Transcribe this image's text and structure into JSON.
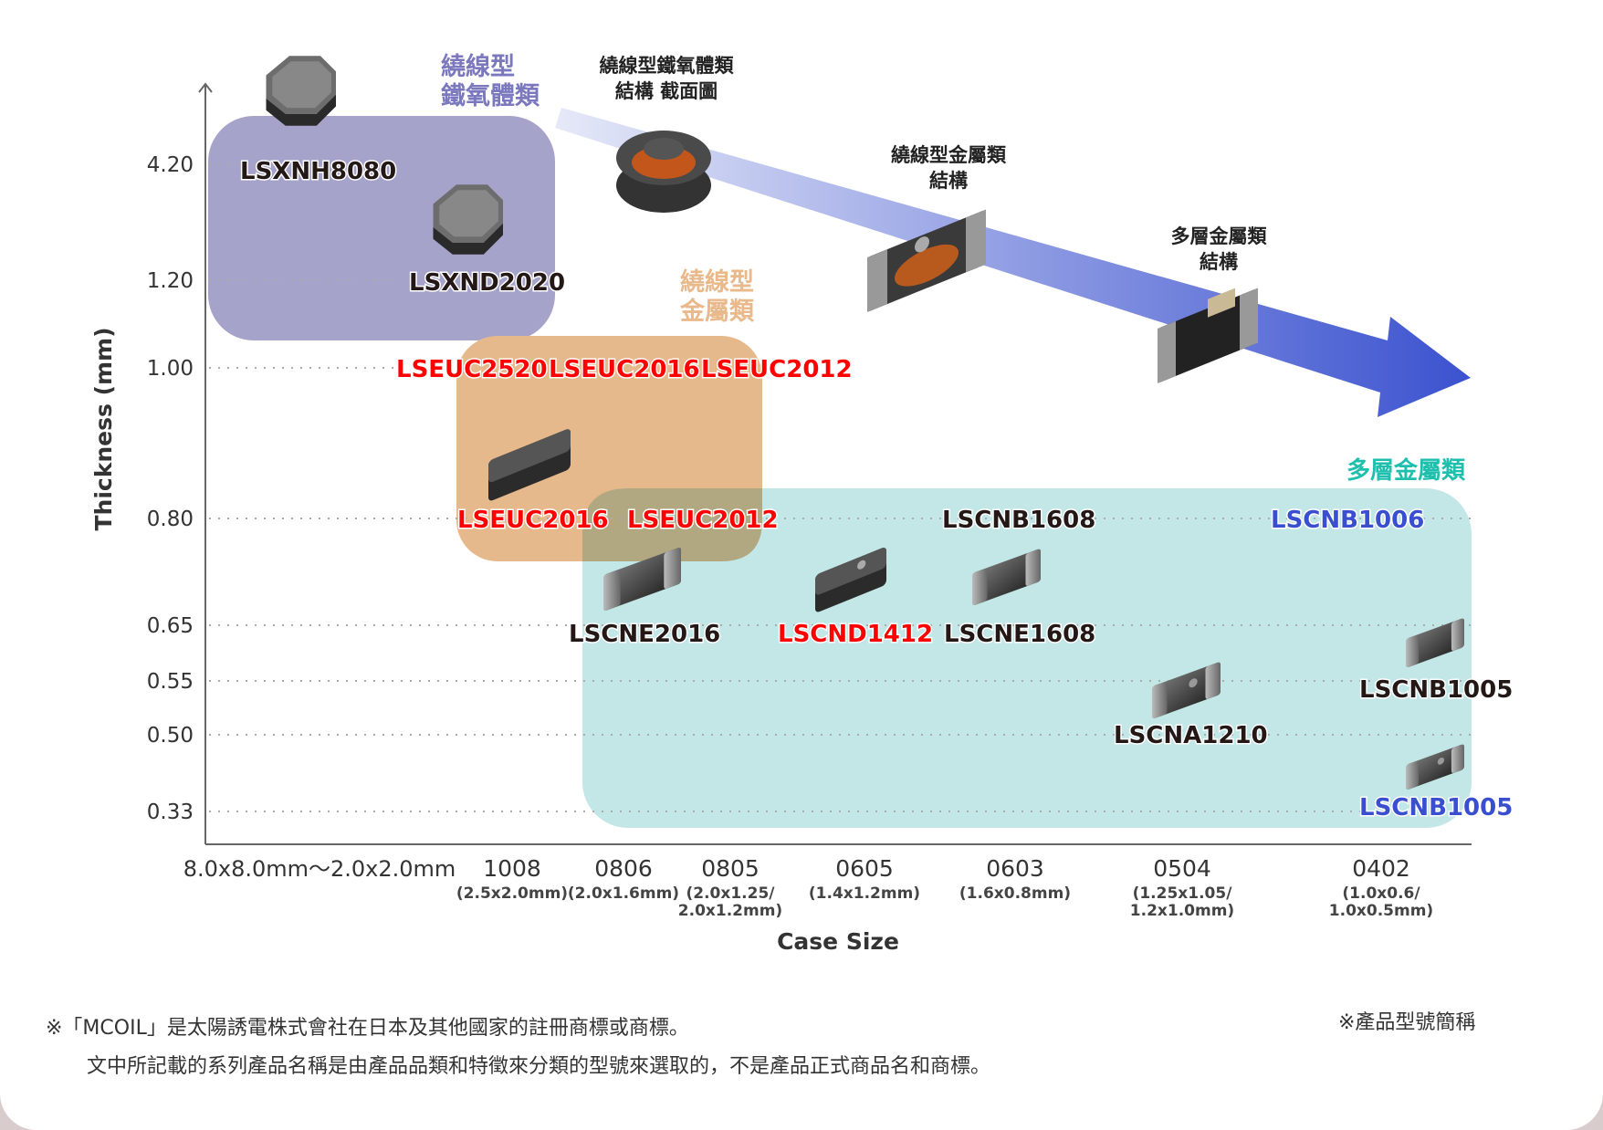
{
  "colors": {
    "ferrite_box": "#a6a3cb",
    "metal_box": "#e6b98c",
    "multilayer_box": "#c3e6e6",
    "ferrite_title": "#7b78bd",
    "metal_title": "#e9b98b",
    "multilayer_title": "#1fbfad",
    "red_label": "#ff0000",
    "blue_label": "#3a4fd0",
    "black_label": "#231815",
    "arrow_start": "#e6e9f8",
    "arrow_end": "#3b52cf",
    "axis": "#666666",
    "grid": "#aaaaaa"
  },
  "chart_data": {
    "type": "scatter",
    "title": "",
    "xlabel": "Case Size",
    "ylabel": "Thickness (mm)",
    "y_ticks": [
      "4.20",
      "1.20",
      "1.00",
      "0.80",
      "0.65",
      "0.55",
      "0.50",
      "0.33"
    ],
    "x_categories": [
      {
        "code": "8.0x8.0mm～2.0x2.0mm",
        "dims": ""
      },
      {
        "code": "1008",
        "dims": "(2.5x2.0mm)"
      },
      {
        "code": "0806",
        "dims": "(2.0x1.6mm)"
      },
      {
        "code": "0805",
        "dims": "(2.0x1.25/\n2.0x1.2mm)"
      },
      {
        "code": "0605",
        "dims": "(1.4x1.2mm)"
      },
      {
        "code": "0603",
        "dims": "(1.6x0.8mm)"
      },
      {
        "code": "0504",
        "dims": "(1.25x1.05/\n1.2x1.0mm)"
      },
      {
        "code": "0402",
        "dims": "(1.0x0.6/\n1.0x0.5mm)"
      }
    ],
    "groups": [
      {
        "name": "繞線型\n鐵氧體類",
        "key": "ferrite"
      },
      {
        "name": "繞線型\n金屬類",
        "key": "metal"
      },
      {
        "name": "多層金屬類",
        "key": "multilayer"
      }
    ],
    "points": [
      {
        "label": "LSXNH8080",
        "thickness": 4.2,
        "case": "8.0x8.0mm～2.0x2.0mm",
        "group": "ferrite",
        "color": "black"
      },
      {
        "label": "LSXND2020",
        "thickness": 1.2,
        "case": "8.0x8.0mm～2.0x2.0mm",
        "group": "ferrite",
        "color": "black"
      },
      {
        "label": "LSEUC2520",
        "thickness": 1.0,
        "case": "1008",
        "group": "metal",
        "color": "red"
      },
      {
        "label": "LSEUC2016",
        "thickness": 1.0,
        "case": "0806",
        "group": "metal",
        "color": "red"
      },
      {
        "label": "LSEUC2012",
        "thickness": 1.0,
        "case": "0805",
        "group": "metal",
        "color": "red"
      },
      {
        "label": "LSEUC2016",
        "thickness": 0.8,
        "case": "0806",
        "group": "metal",
        "color": "red"
      },
      {
        "label": "LSEUC2012",
        "thickness": 0.8,
        "case": "0805",
        "group": "metal",
        "color": "red"
      },
      {
        "label": "LSCNB1608",
        "thickness": 0.8,
        "case": "0603",
        "group": "multilayer",
        "color": "black"
      },
      {
        "label": "LSCNB1006",
        "thickness": 0.8,
        "case": "0402",
        "group": "multilayer",
        "color": "blue"
      },
      {
        "label": "LSCNE2016",
        "thickness": 0.65,
        "case": "0806",
        "group": "multilayer",
        "color": "black"
      },
      {
        "label": "LSCND1412",
        "thickness": 0.65,
        "case": "0605",
        "group": "multilayer",
        "color": "red"
      },
      {
        "label": "LSCNE1608",
        "thickness": 0.65,
        "case": "0603",
        "group": "multilayer",
        "color": "black"
      },
      {
        "label": "LSCNB1005",
        "thickness": 0.55,
        "case": "0402",
        "group": "multilayer",
        "color": "black"
      },
      {
        "label": "LSCNA1210",
        "thickness": 0.5,
        "case": "0504",
        "group": "multilayer",
        "color": "black"
      },
      {
        "label": "LSCNB1005",
        "thickness": 0.33,
        "case": "0402",
        "group": "multilayer",
        "color": "blue"
      }
    ],
    "structure_labels": [
      "繞線型鐵氧體類\n結構 截面圖",
      "繞線型金屬類\n結構",
      "多層金屬類\n結構"
    ],
    "grid": "dotted horizontal",
    "trend": "arrow from top-left to bottom-right (miniaturization)"
  },
  "footnotes": {
    "line1": "※「MCOIL」是太陽誘電株式會社在日本及其他國家的註冊商標或商標。",
    "line2": "文中所記載的系列產品名稱是由產品品類和特徵來分類的型號來選取的，不是產品正式商品名和商標。",
    "abbrev": "※產品型號簡稱"
  }
}
